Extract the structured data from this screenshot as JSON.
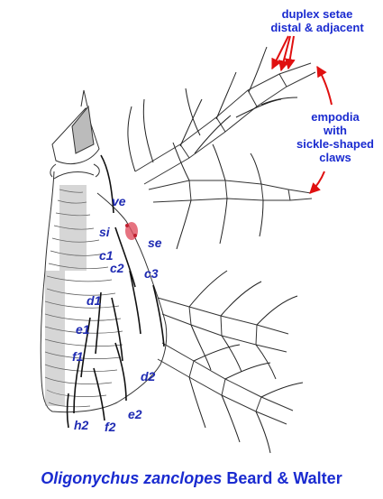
{
  "callouts": {
    "duplex_line1": "duplex setae",
    "duplex_line2": "distal & adjacent",
    "empodia_line1": "empodia",
    "empodia_line2": "with",
    "empodia_line3": "sickle-shaped",
    "empodia_line4": "claws"
  },
  "setae": {
    "ve": "ve",
    "si": "si",
    "se": "se",
    "c1": "c1",
    "c2": "c2",
    "c3": "c3",
    "d1": "d1",
    "d2": "d2",
    "e1": "e1",
    "e2": "e2",
    "f1": "f1",
    "f2": "f2",
    "h2": "h2"
  },
  "caption": {
    "species": "Oligonychus zanclopes",
    "authors": " Beard & Walter"
  },
  "colors": {
    "label_blue": "#1f2bb3",
    "arrow_red": "#e01010",
    "line_dark": "#222222"
  }
}
